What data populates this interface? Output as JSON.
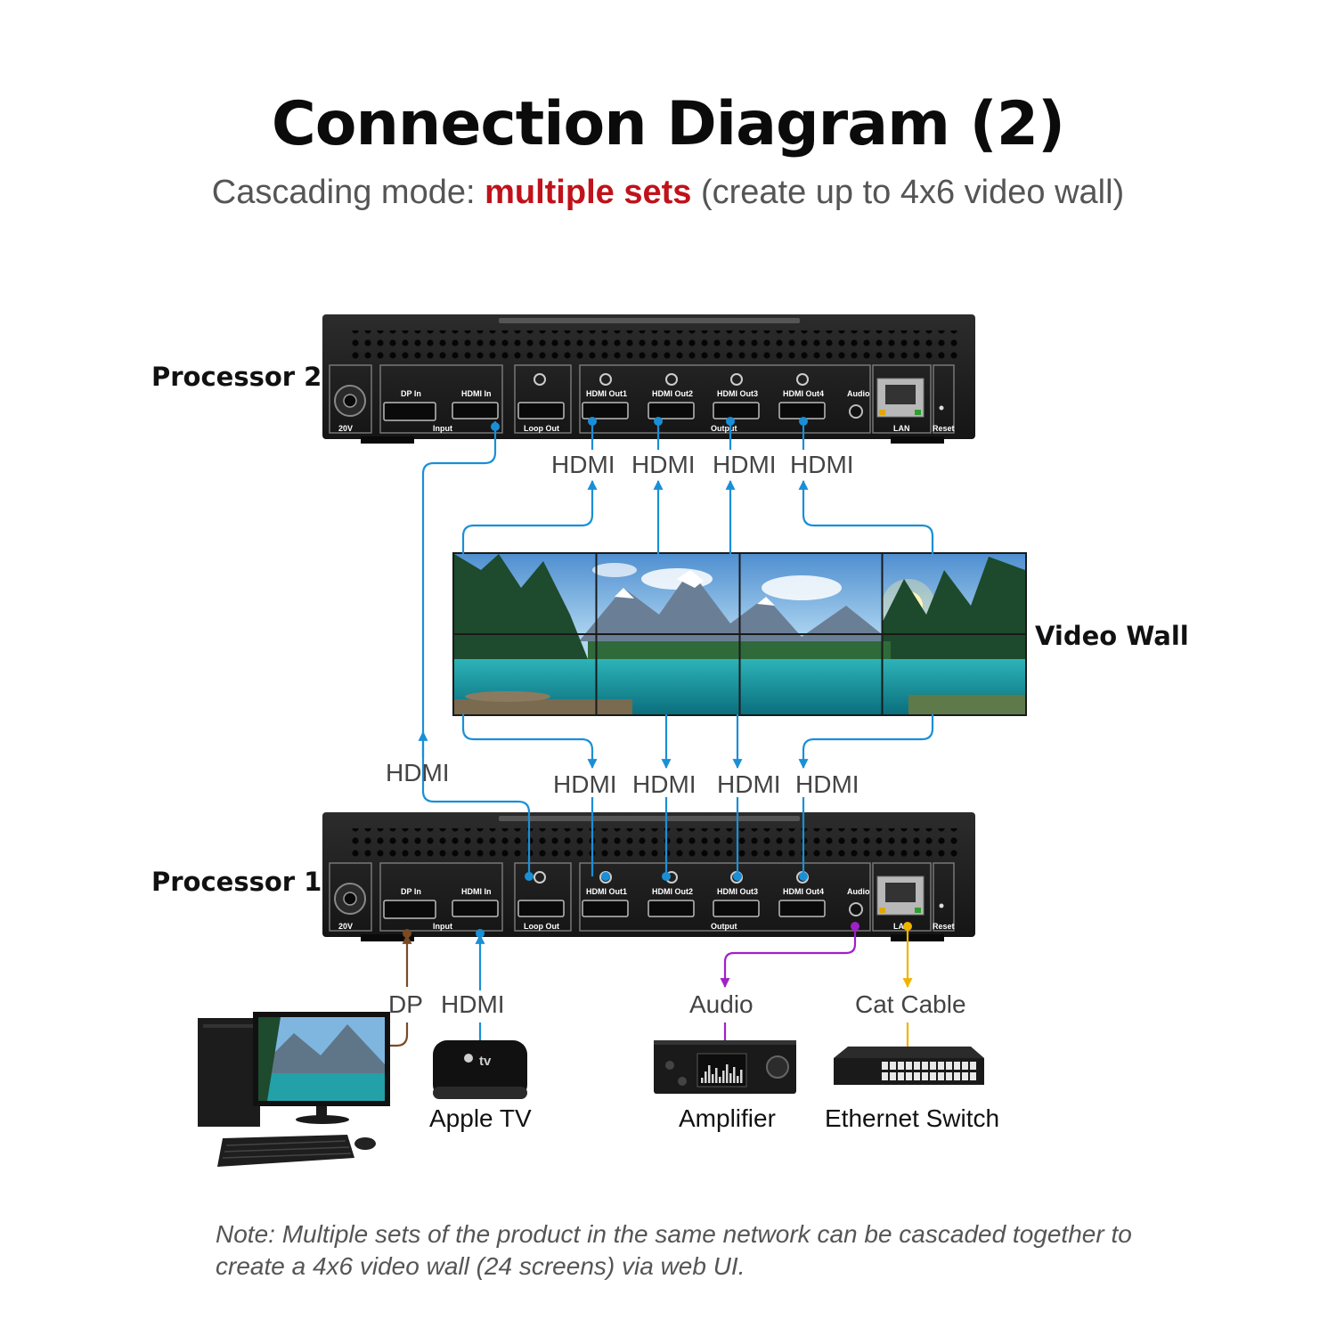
{
  "header": {
    "title": "Connection Diagram (2)",
    "subtitle_prefix": "Cascading mode: ",
    "subtitle_highlight": "multiple sets",
    "subtitle_suffix": " (create up to 4x6 video wall)"
  },
  "processors": [
    {
      "name": "Processor 2"
    },
    {
      "name": "Processor 1"
    }
  ],
  "ports": {
    "power": "20V",
    "dp_in": "DP In",
    "hdmi_in": "HDMI In",
    "input_group": "Input",
    "loop_out": "Loop Out",
    "outputs": [
      "HDMI Out1",
      "HDMI Out2",
      "HDMI Out3",
      "HDMI Out4"
    ],
    "output_group": "Output",
    "audio": "Audio",
    "lan": "LAN",
    "reset": "Reset"
  },
  "video_wall": {
    "label": "Video Wall",
    "rows": 2,
    "cols": 4
  },
  "connections": {
    "top_outputs": [
      "HDMI",
      "HDMI",
      "HDMI",
      "HDMI"
    ],
    "bottom_outputs": [
      "HDMI",
      "HDMI",
      "HDMI",
      "HDMI"
    ],
    "cascade": "HDMI",
    "dp": "DP",
    "hdmi_source": "HDMI",
    "audio": "Audio",
    "cat": "Cat Cable"
  },
  "devices": {
    "apple_tv": "Apple TV",
    "apple_tv_logo": "tv",
    "amplifier": "Amplifier",
    "switch": "Ethernet Switch"
  },
  "colors": {
    "hdmi": "#1a8fd6",
    "dp": "#7a4a24",
    "audio": "#a020c8",
    "cat": "#f0b400",
    "accent": "#c0121b"
  },
  "note": "Note: Multiple sets of the product in the same network can be cascaded together to create a 4x6 video wall (24 screens) via web UI."
}
